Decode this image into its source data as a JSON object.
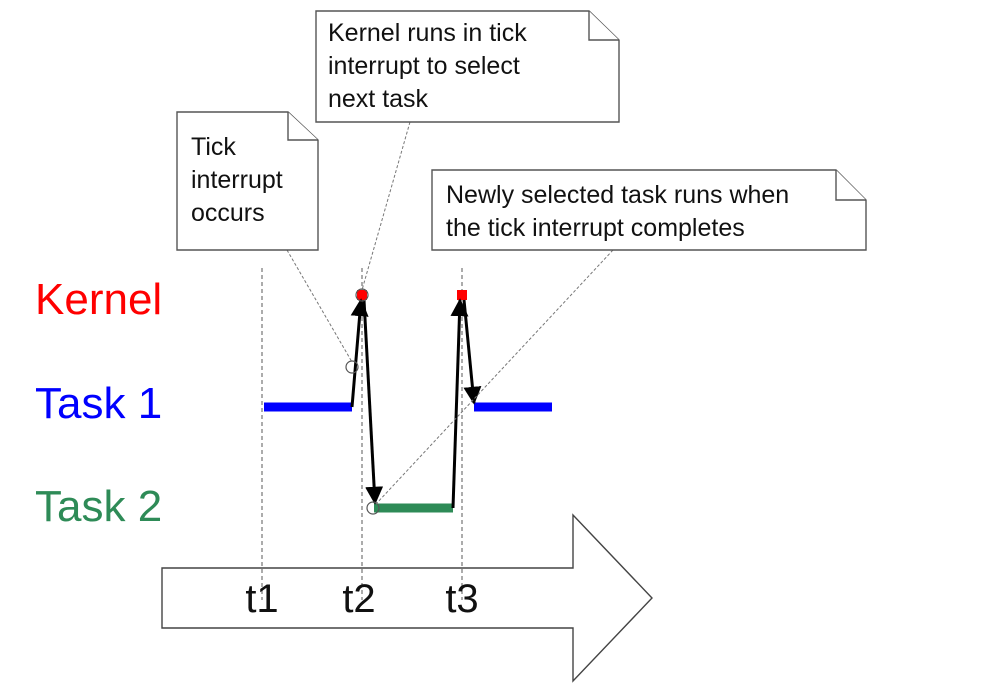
{
  "rows": {
    "kernel": {
      "label": "Kernel",
      "color": "#ff0000"
    },
    "task1": {
      "label": "Task 1",
      "color": "#0000ff"
    },
    "task2": {
      "label": "Task 2",
      "color": "#2e8b57"
    }
  },
  "ticks": [
    "t1",
    "t2",
    "t3"
  ],
  "notes": {
    "tick_interrupt": [
      "Tick",
      "interrupt",
      "occurs"
    ],
    "kernel_runs": [
      "Kernel runs in tick",
      "interrupt to select",
      "next task"
    ],
    "newly_selected": [
      "Newly selected task runs when",
      "the tick interrupt completes"
    ]
  },
  "colors": {
    "kernel_marker": "#ff0000",
    "task1_bar": "#0000ff",
    "task2_bar": "#2e8b57",
    "flow_arrow": "#000000",
    "time_arrow_outline": "#444444"
  }
}
